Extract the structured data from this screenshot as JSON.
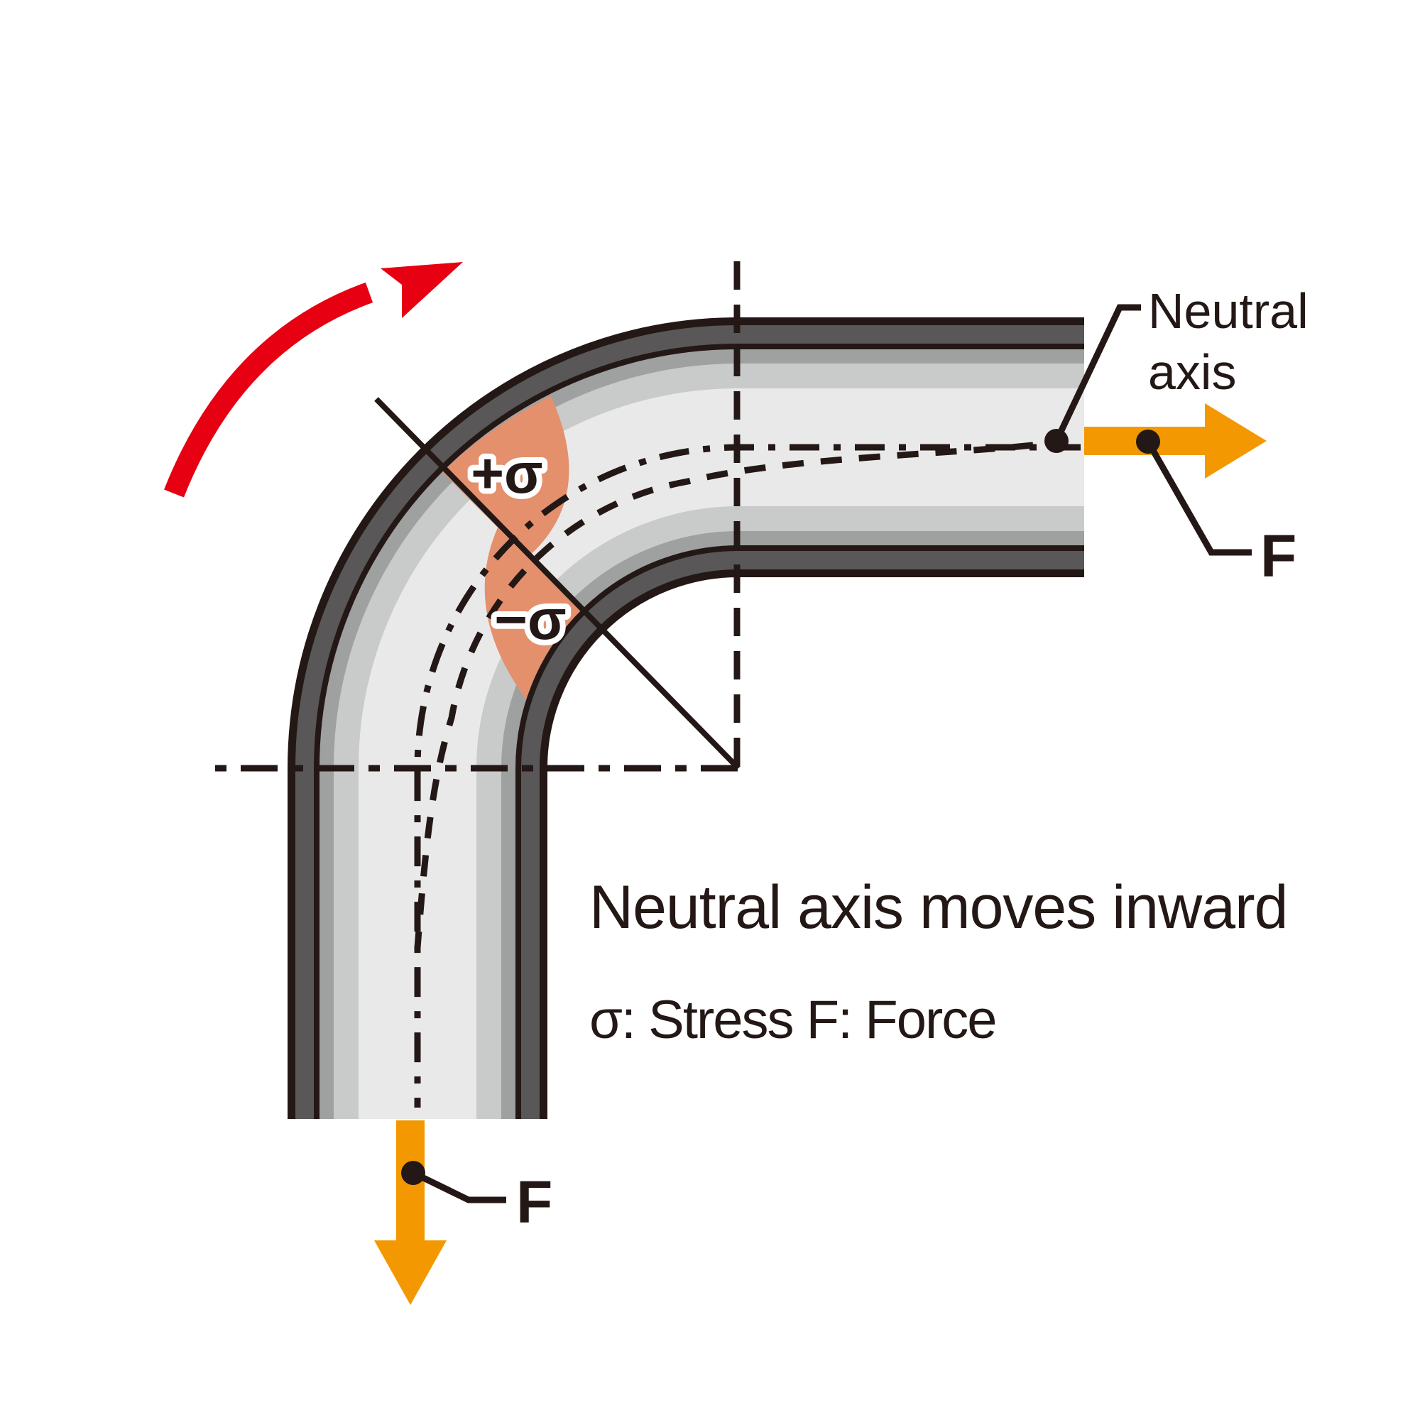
{
  "colors": {
    "line": "#231815",
    "tube_wall_dark": "#595757",
    "tube_mid_gray": "#9FA0A0",
    "tube_light_gray": "#C9CACA",
    "tube_interior": "#E9E9EA",
    "stress_region": "#E4906C",
    "force_arrow": "#F39800",
    "rotation_arrow": "#E60012",
    "background": "#FFFFFF"
  },
  "labels": {
    "neutral_axis_line1": "Neutral",
    "neutral_axis_line2": "axis",
    "force_right": "F",
    "force_bottom": "F",
    "stress_positive": "+σ",
    "stress_negative": "−σ"
  },
  "caption": {
    "headline": "Neutral axis moves inward",
    "legend": "σ: Stress F: Force"
  }
}
